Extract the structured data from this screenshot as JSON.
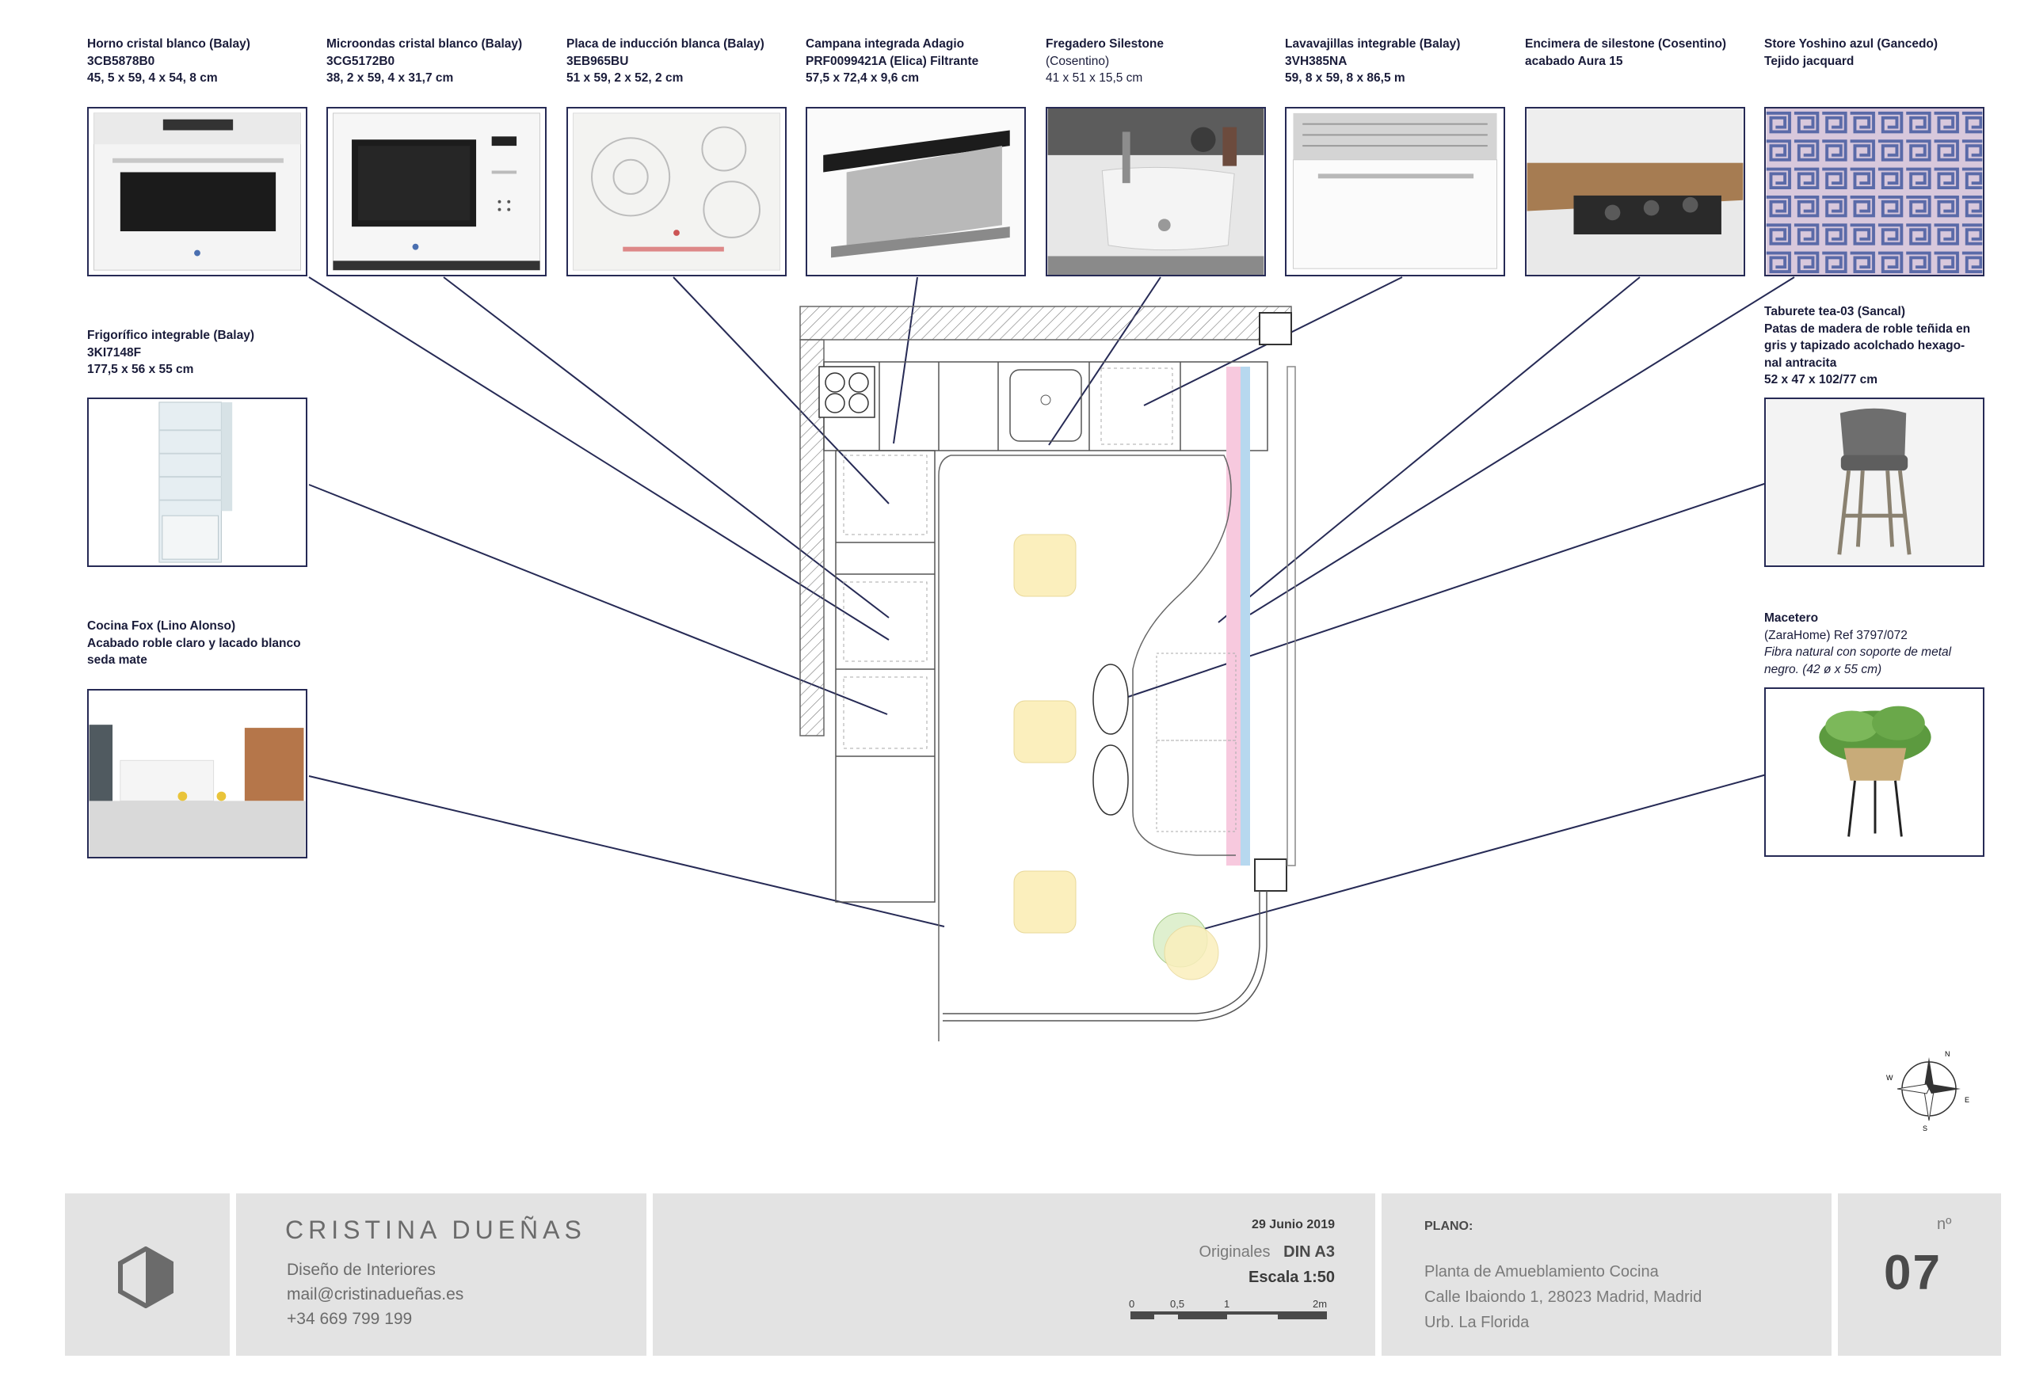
{
  "items": [
    {
      "id": "horno",
      "lines": [
        "Horno cristal blanco (Balay)",
        "3CB5878B0",
        "45, 5 x 59, 4 x 54, 8 cm"
      ]
    },
    {
      "id": "microondas",
      "lines": [
        "Microondas cristal blanco (Balay)",
        "3CG5172B0",
        "38, 2 x 59, 4 x 31,7 cm"
      ]
    },
    {
      "id": "placa",
      "lines": [
        "Placa de inducción blanca (Balay)",
        "3EB965BU",
        "51 x 59, 2 x 52, 2 cm"
      ]
    },
    {
      "id": "campana",
      "lines": [
        "Campana integrada Adagio",
        "PRF0099421A (Elica) Filtrante",
        "57,5 x 72,4 x 9,6 cm"
      ]
    },
    {
      "id": "fregadero",
      "lines": [
        "Fregadero Silestone",
        "(Cosentino)",
        "41 x 51 x 15,5 cm"
      ]
    },
    {
      "id": "lavavajillas",
      "lines": [
        "Lavavajillas integrable (Balay)",
        "3VH385NA",
        "59, 8 x 59, 8 x 86,5 m"
      ]
    },
    {
      "id": "encimera",
      "lines": [
        "Encimera de silestone (Cosentino)",
        "acabado Aura 15"
      ]
    },
    {
      "id": "store",
      "lines": [
        "Store Yoshino azul (Gancedo)",
        "Tejido jacquard"
      ]
    },
    {
      "id": "frigorifico",
      "lines": [
        "Frigorífico integrable (Balay)",
        "3KI7148F",
        "177,5 x 56 x 55 cm"
      ]
    },
    {
      "id": "cocina",
      "lines": [
        "Cocina Fox (Lino Alonso)",
        "Acabado roble claro y lacado blanco",
        "seda mate"
      ]
    },
    {
      "id": "taburete",
      "lines": [
        "Taburete tea-03 (Sancal)",
        "Patas de madera de roble teñida en",
        "gris y tapizado acolchado hexago-",
        "nal antracita",
        "52 x 47 x 102/77 cm"
      ]
    },
    {
      "id": "macetero",
      "lines": [
        "Macetero",
        "(ZaraHome) Ref 3797/072",
        "Fibra natural con soporte de metal",
        "negro. (42 ø x 55 cm)"
      ]
    }
  ],
  "compass": {
    "n": "N",
    "s": "S",
    "e": "E",
    "w": "W"
  },
  "titleblock": {
    "name": "CRISTINA DUEÑAS",
    "subtitle": "Diseño de Interiores",
    "email": "mail@cristinadueñas.es",
    "phone": "+34 669 799 199",
    "date": "29 Junio 2019",
    "originales_label": "Originales",
    "originales_value": "DIN A3",
    "scale": "Escala 1:50",
    "scale_ticks": [
      "0",
      "0,5",
      "1",
      "2m"
    ],
    "plano_label": "PLANO:",
    "plano_title": "Planta de Amueblamiento Cocina",
    "address": "Calle Ibaiondo 1, 28023 Madrid, Madrid",
    "area": "Urb. La Florida",
    "num_label": "nº",
    "num": "07"
  },
  "colors": {
    "navy": "#262a55",
    "titleblock_bg": "#e3e3e3",
    "stool_yellow": "#fbefbd",
    "pink_strip": "#f7c9de",
    "blue_strip": "#b7d8ef",
    "plant_green": "#dff0cf"
  }
}
